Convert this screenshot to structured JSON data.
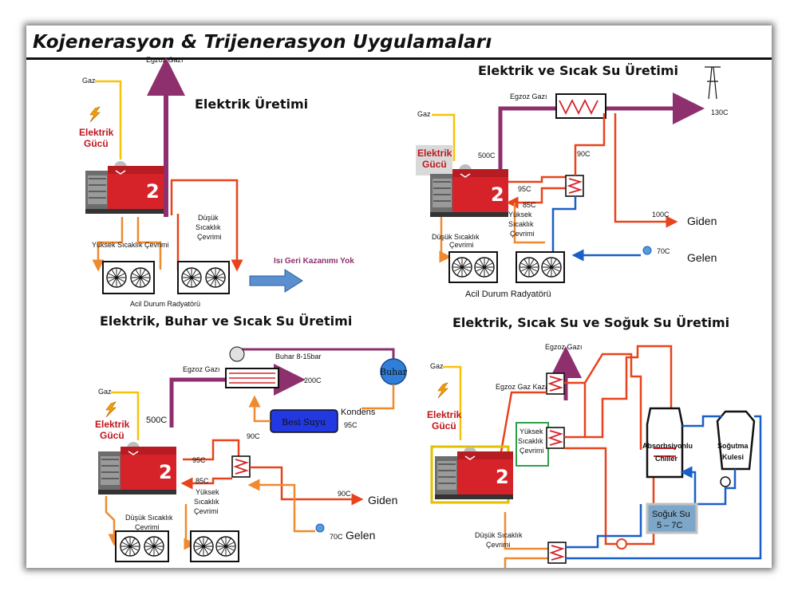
{
  "title": "Kojenerasyon & Trijenerasyon Uygulamaları",
  "colors": {
    "exhaust": "#8e2f6e",
    "gas": "#f7c20a",
    "hot": "#e8431c",
    "warm": "#f08a2e",
    "cold": "#1a5fc8",
    "engine_red": "#d6232a"
  },
  "icons": [
    "lightning-icon",
    "generator-icon",
    "radiator-icon",
    "heat-exchanger-icon",
    "pump-icon",
    "chimney-icon",
    "arrow-right-icon"
  ],
  "panel1": {
    "heading": "Elektrik Üretimi",
    "exhaust": "Egzoz Gazı",
    "gas": "Gaz",
    "power_line1": "Elektrik",
    "power_line2": "Gücü",
    "low_line1": "Düşük",
    "low_line2": "Sıcaklık",
    "low_line3": "Çevrimi",
    "high": "Yüksek Sıcaklık Çevrimi",
    "radiator": "Acil Durum Radyatörü",
    "no_recovery": "Isı Geri Kazanımı Yok"
  },
  "panel2": {
    "heading": "Elektrik ve Sıcak Su Üretimi",
    "exhaust": "Egzoz Gazı",
    "gas": "Gaz",
    "power_line1": "Elektrik",
    "power_line2": "Gücü",
    "t500": "500C",
    "t130": "130C",
    "t90": "90C",
    "t95": "95C",
    "t85": "85C",
    "t100": "100C",
    "t70": "70C",
    "out": "Giden",
    "in": "Gelen",
    "high_line1": "Yüksek",
    "high_line2": "Sıcaklık",
    "high_line3": "Çevrimi",
    "low_line1": "Düşük Sıcaklık",
    "low_line2": "Çevrimi",
    "radiator": "Acil Durum Radyatörü"
  },
  "panel3": {
    "heading": "Elektrik, Buhar ve Sıcak Su Üretimi",
    "exhaust": "Egzoz Gazı",
    "steam_pressure": "Buhar 8-15bar",
    "steam": "Buhar",
    "t200": "200C",
    "condensate": "Kondens",
    "feed_water": "Besi Suyu",
    "t95": "95C",
    "gas": "Gaz",
    "power_line1": "Elektrik",
    "power_line2": "Gücü",
    "t500": "500C",
    "t90a": "90C",
    "t95b": "95C",
    "t85": "85C",
    "t90b": "90C",
    "t70": "70C",
    "out": "Giden",
    "in": "Gelen",
    "high_line1": "Yüksek",
    "high_line2": "Sıcaklık",
    "high_line3": "Çevrimi",
    "low_line1": "Düşük Sıcaklık",
    "low_line2": "Çevrimi"
  },
  "panel4": {
    "heading": "Elektrik, Sıcak Su ve Soğuk Su Üretimi",
    "exhaust": "Egzoz Gazı",
    "gas": "Gaz",
    "boiler": "Egzoz Gaz Kazanı",
    "power_line1": "Elektrik",
    "power_line2": "Gücü",
    "high_line1": "Yüksek",
    "high_line2": "Sıcaklık",
    "high_line3": "Çevrimi",
    "chiller_line1": "Absorbsiyonlu",
    "chiller_line2": "Chiller",
    "tower_line1": "Soğutma",
    "tower_line2": "Kulesi",
    "cold_line1": "Soğuk Su",
    "cold_line2": "5 – 7C",
    "low_line1": "Düşük Sıcaklık",
    "low_line2": "Çevrimi"
  }
}
